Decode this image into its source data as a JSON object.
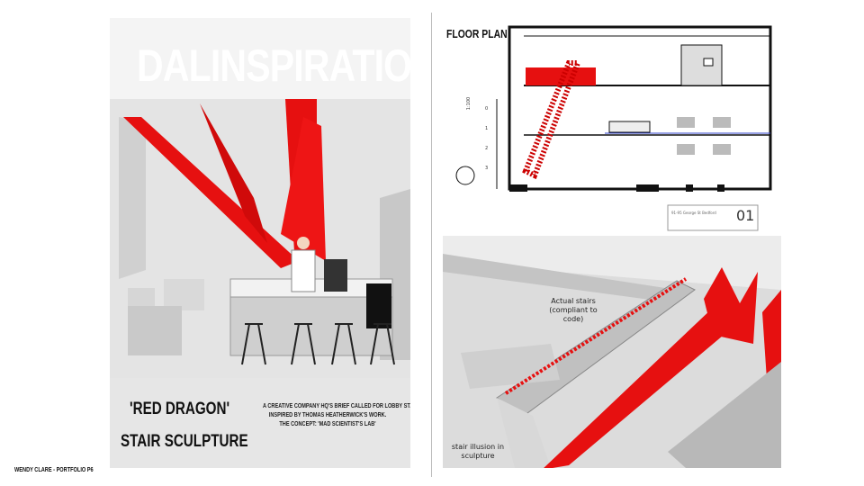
{
  "left_panel": {
    "title": "DALINSPIRATION",
    "heading1": "'RED DRAGON'",
    "heading2": "STAIR SCULPTURE",
    "description": [
      "A CREATIVE COMPANY HQ'S BRIEF CALLED FOR LOBBY STAIRS AND A CAFE",
      "INSPIRED BY THOMAS HEATHERWICK'S WORK.",
      "THE CONCEPT: 'MAD SCIENTIST'S LAB'"
    ]
  },
  "floor_plan": {
    "title": "FLOOR PLAN",
    "sheet_title": "91-95 George St Bedford",
    "sheet_number": "01",
    "scale_label": "1:100",
    "scale_ticks": [
      "0",
      "1",
      "2",
      "3"
    ]
  },
  "render": {
    "annotation_actual": "Actual stairs (compliant to code)",
    "annotation_illusion": "stair illusion in sculpture"
  },
  "footer": "WENDY CLARE - PORTFOLIO P6",
  "colors": {
    "accent": "#e61010",
    "background": "#ffffff"
  }
}
